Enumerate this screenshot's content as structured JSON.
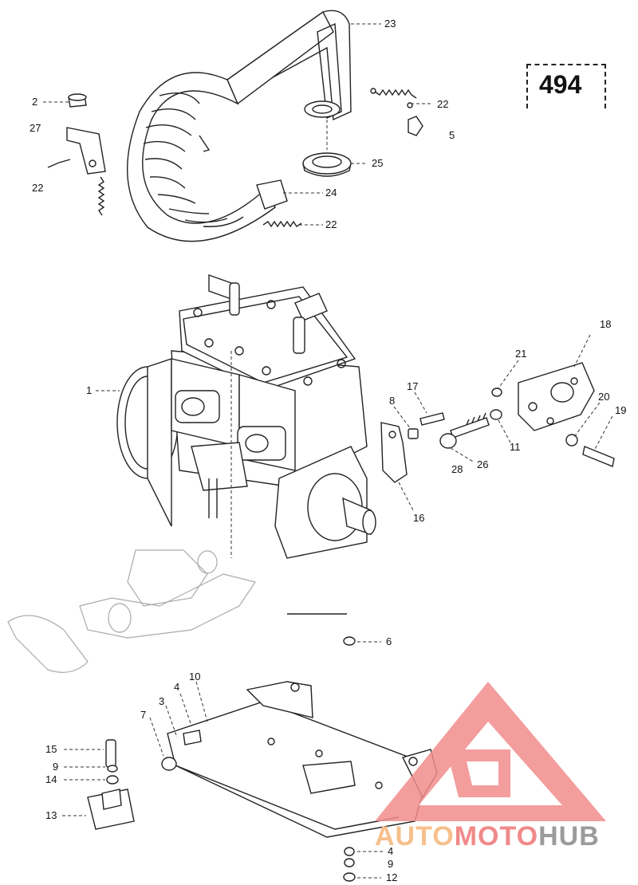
{
  "page_number": "494",
  "watermark": {
    "part1": "AUTO",
    "part2": "MOTO",
    "part3": "HUB"
  },
  "callouts": [
    {
      "id": "c23",
      "text": "23"
    },
    {
      "id": "c22a",
      "text": "22"
    },
    {
      "id": "c5",
      "text": "5"
    },
    {
      "id": "c25",
      "text": "25"
    },
    {
      "id": "c24",
      "text": "24"
    },
    {
      "id": "c22b",
      "text": "22"
    },
    {
      "id": "c2",
      "text": "2"
    },
    {
      "id": "c27",
      "text": "27"
    },
    {
      "id": "c22c",
      "text": "22"
    },
    {
      "id": "c1",
      "text": "1"
    },
    {
      "id": "c18",
      "text": "18"
    },
    {
      "id": "c21",
      "text": "21"
    },
    {
      "id": "c17",
      "text": "17"
    },
    {
      "id": "c8",
      "text": "8"
    },
    {
      "id": "c20",
      "text": "20"
    },
    {
      "id": "c19",
      "text": "19"
    },
    {
      "id": "c11",
      "text": "11"
    },
    {
      "id": "c26",
      "text": "26"
    },
    {
      "id": "c28",
      "text": "28"
    },
    {
      "id": "c16",
      "text": "16"
    },
    {
      "id": "c6",
      "text": "6"
    },
    {
      "id": "c10",
      "text": "10"
    },
    {
      "id": "c4a",
      "text": "4"
    },
    {
      "id": "c3",
      "text": "3"
    },
    {
      "id": "c7",
      "text": "7"
    },
    {
      "id": "c15",
      "text": "15"
    },
    {
      "id": "c9a",
      "text": "9"
    },
    {
      "id": "c14",
      "text": "14"
    },
    {
      "id": "c13",
      "text": "13"
    },
    {
      "id": "c4b",
      "text": "4"
    },
    {
      "id": "c9b",
      "text": "9"
    },
    {
      "id": "c12",
      "text": "12"
    }
  ]
}
